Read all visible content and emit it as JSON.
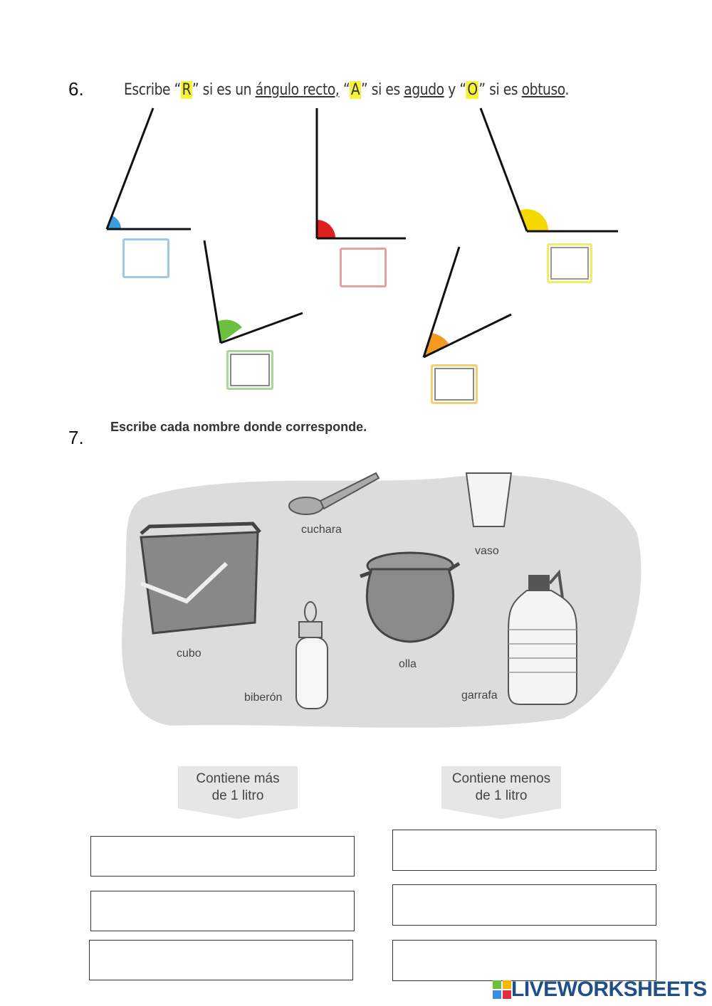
{
  "q6": {
    "number": "6.",
    "instr_parts": [
      "Escribe “",
      "R",
      "” si es un ",
      "ángulo recto,",
      " “",
      "A",
      "” si es ",
      "agudo",
      " y “",
      "O",
      "” si es ",
      "obtuso",
      "."
    ],
    "angles": [
      {
        "type": "agudo",
        "color": "#3aa0e0"
      },
      {
        "type": "recto",
        "color": "#e02020"
      },
      {
        "type": "obtuso",
        "color": "#f5d800"
      },
      {
        "type": "agudo",
        "color": "#6cc040"
      },
      {
        "type": "agudo",
        "color": "#f59a20"
      }
    ]
  },
  "q7": {
    "number": "7.",
    "instruction": "Escribe cada nombre donde corresponde.",
    "objects": [
      "cuchara",
      "vaso",
      "cubo",
      "olla",
      "biberón",
      "garrafa"
    ],
    "more_label_l1": "Contiene más",
    "more_label_l2": "de 1 litro",
    "less_label_l1": "Contiene menos",
    "less_label_l2": "de 1 litro"
  },
  "brand": "LIVEWORKSHEETS",
  "brand_letters": [
    "L",
    "I",
    "V",
    "E"
  ]
}
